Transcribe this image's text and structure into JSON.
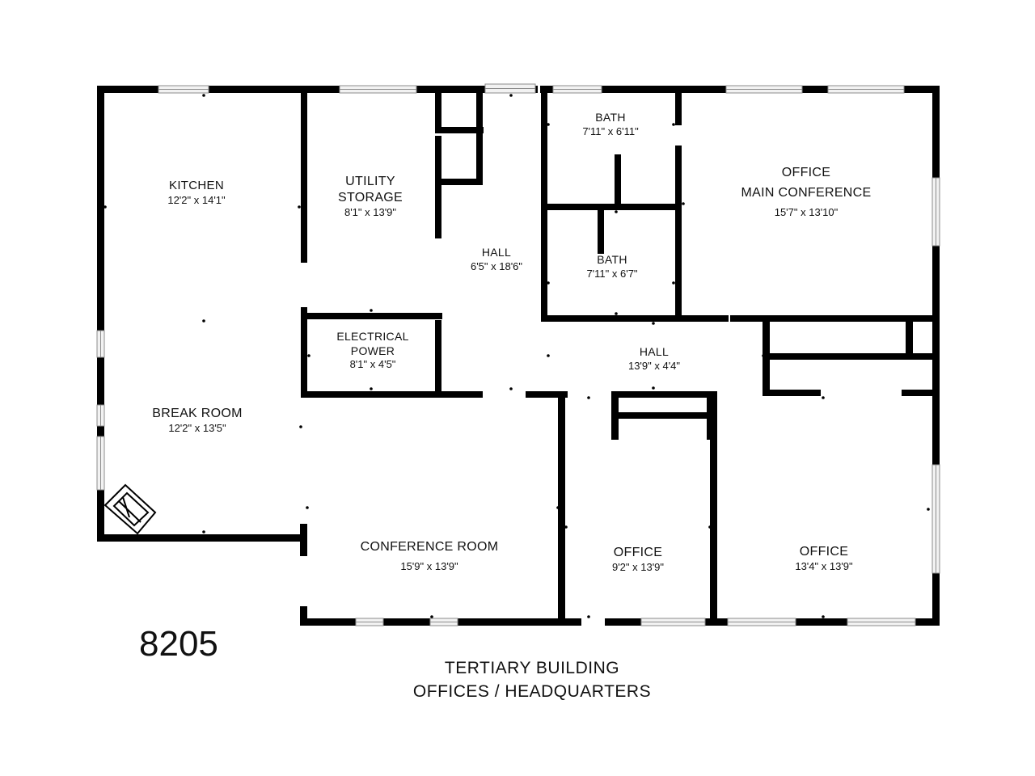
{
  "rooms": {
    "kitchen": {
      "name": "KITCHEN",
      "dims": "12'2\" x 14'1\""
    },
    "utility_storage": {
      "name_line1": "UTILITY",
      "name_line2": "STORAGE",
      "dims": "8'1\" x 13'9\""
    },
    "hall_vertical": {
      "name": "HALL",
      "dims": "6'5\" x 18'6\""
    },
    "bath_top": {
      "name": "BATH",
      "dims": "7'11\" x 6'11\""
    },
    "bath_lower": {
      "name": "BATH",
      "dims": "7'11\" x 6'7\""
    },
    "main_conference": {
      "name_line1": "OFFICE",
      "name_line2": "MAIN CONFERENCE",
      "dims": "15'7\" x 13'10\""
    },
    "electrical_power": {
      "name_line1": "ELECTRICAL",
      "name_line2": "POWER",
      "dims": "8'1\" x 4'5\""
    },
    "hall_horizontal": {
      "name": "HALL",
      "dims": "13'9\" x 4'4\""
    },
    "break_room": {
      "name": "BREAK ROOM",
      "dims": "12'2\" x 13'5\""
    },
    "conference_room": {
      "name": "CONFERENCE ROOM",
      "dims": "15'9\" x 13'9\""
    },
    "office_middle": {
      "name": "OFFICE",
      "dims": "9'2\" x 13'9\""
    },
    "office_right": {
      "name": "OFFICE",
      "dims": "13'4\" x 13'9\""
    }
  },
  "building_number": "8205",
  "caption": {
    "line1": "TERTIARY BUILDING",
    "line2": "OFFICES / HEADQUARTERS"
  },
  "colors": {
    "wall": "#000000",
    "background": "#ffffff",
    "window_fill": "#f2f2f2",
    "window_line": "#9a9a9a"
  }
}
